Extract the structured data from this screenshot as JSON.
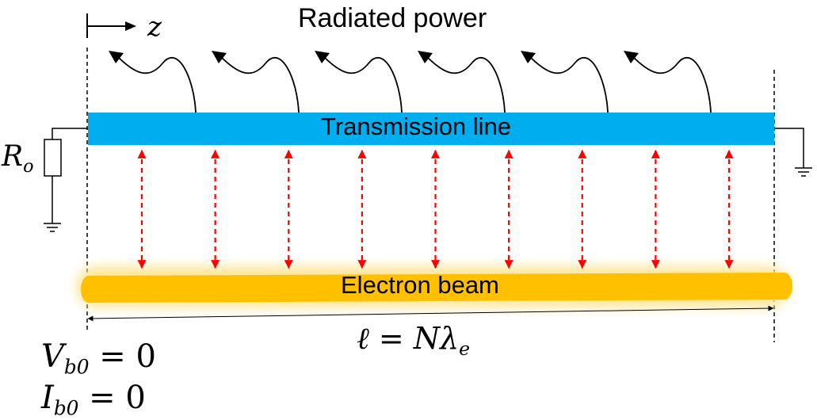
{
  "title": "Radiated power",
  "transmission_line": {
    "label": "Transmission line",
    "color": "#00AEEF"
  },
  "electron_beam": {
    "label": "Electron beam",
    "color": "#FFC000",
    "glow": "#FFE699"
  },
  "coupling": {
    "count": 9,
    "color": "#FF0000"
  },
  "radiation": {
    "count": 6
  },
  "axis": {
    "symbol": "z"
  },
  "resistor": {
    "symbol": "R",
    "subscript": "o"
  },
  "length": {
    "lhs": "ℓ",
    "eq": " = ",
    "rhs": "Nλ",
    "subscript": "e"
  },
  "voltage": {
    "symbol": "V",
    "subscript": "b0",
    "rhs": " = 0"
  },
  "current": {
    "symbol": "I",
    "subscript": "b0",
    "rhs": " = 0"
  }
}
